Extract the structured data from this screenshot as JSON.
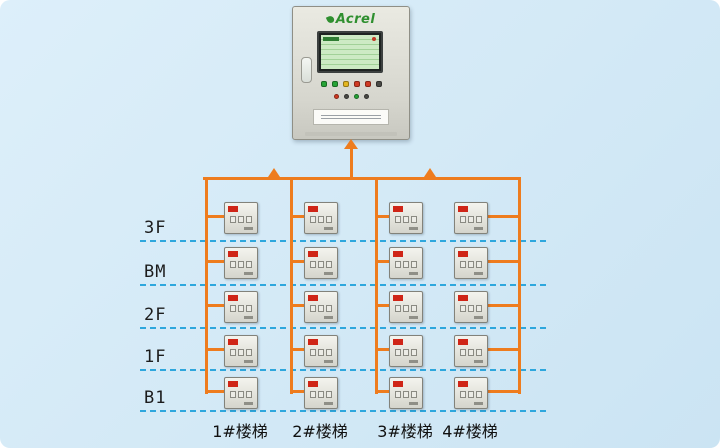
{
  "panel": {
    "brand": "Acrel"
  },
  "floors": [
    {
      "label": "3F"
    },
    {
      "label": "BM"
    },
    {
      "label": "2F"
    },
    {
      "label": "1F"
    },
    {
      "label": "B1"
    }
  ],
  "stairs": [
    {
      "label": "1#楼梯"
    },
    {
      "label": "2#楼梯"
    },
    {
      "label": "3#楼梯"
    },
    {
      "label": "4#楼梯"
    }
  ],
  "grid": {
    "rows": 5,
    "cols": 4,
    "device_count": 20
  },
  "colors": {
    "bus_orange": "#ee7c1e",
    "floor_line_blue": "#2ea7dd",
    "background_blue": "#d7eaf6",
    "device_red": "#cf2517",
    "brand_green": "#2f8f2f"
  }
}
